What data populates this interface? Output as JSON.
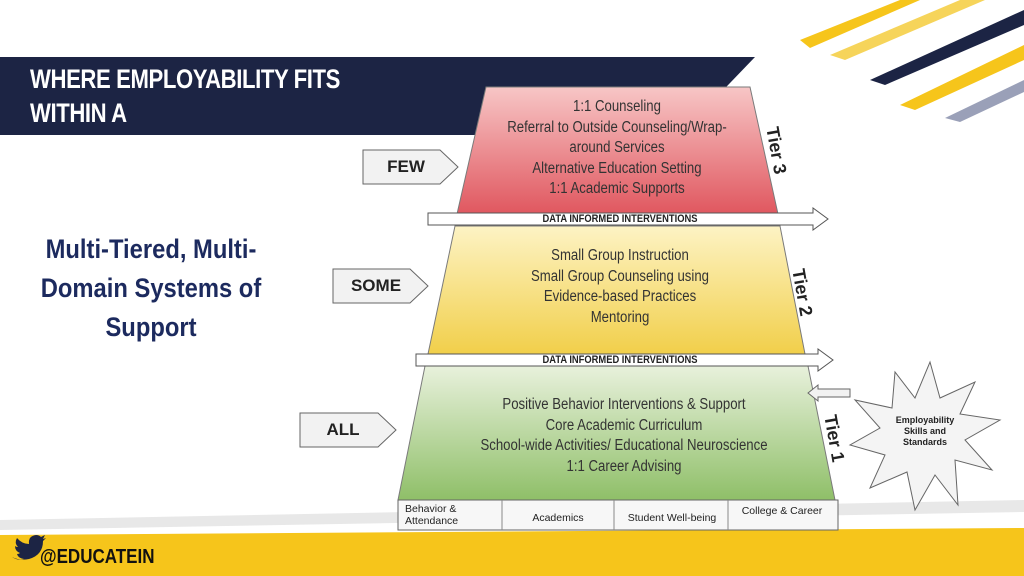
{
  "header": {
    "title_line1": "WHERE EMPLOYABILITY FITS WITHIN A",
    "title_line2": "WHOLE CHILD APPROACH"
  },
  "side_title": "Multi-Tiered, Multi-Domain Systems of Support",
  "tiers": [
    {
      "label": "Tier 3",
      "audience": "FEW",
      "items": [
        "1:1 Counseling",
        "Referral to Outside Counseling/Wrap-",
        "around Services",
        "Alternative Education Setting",
        "1:1 Academic Supports"
      ],
      "color": "#e06a70"
    },
    {
      "label": "Tier 2",
      "audience": "SOME",
      "items": [
        "Small Group Instruction",
        "Small Group Counseling using",
        "Evidence-based Practices",
        "Mentoring"
      ],
      "color": "#f1d35a"
    },
    {
      "label": "Tier 1",
      "audience": "ALL",
      "items": [
        "Positive Behavior Interventions & Support",
        "Core Academic Curriculum",
        "School-wide Activities/ Educational Neuroscience",
        "1:1 Career Advising"
      ],
      "color": "#9cc77a"
    }
  ],
  "dividers": [
    "DATA INFORMED INTERVENTIONS",
    "DATA INFORMED INTERVENTIONS"
  ],
  "domains": [
    "Behavior & Attendance",
    "Academics",
    "Student Well-being",
    "College & Career"
  ],
  "star": {
    "line1": "Employability",
    "line2": "Skills and",
    "line3": "Standards"
  },
  "footer": {
    "handle": "@EDUCATEIN"
  },
  "colors": {
    "navy": "#1c2444",
    "gold": "#f6c51b",
    "title_blue": "#1c2a5e"
  },
  "icons": {
    "twitter": "twitter-bird-icon"
  }
}
